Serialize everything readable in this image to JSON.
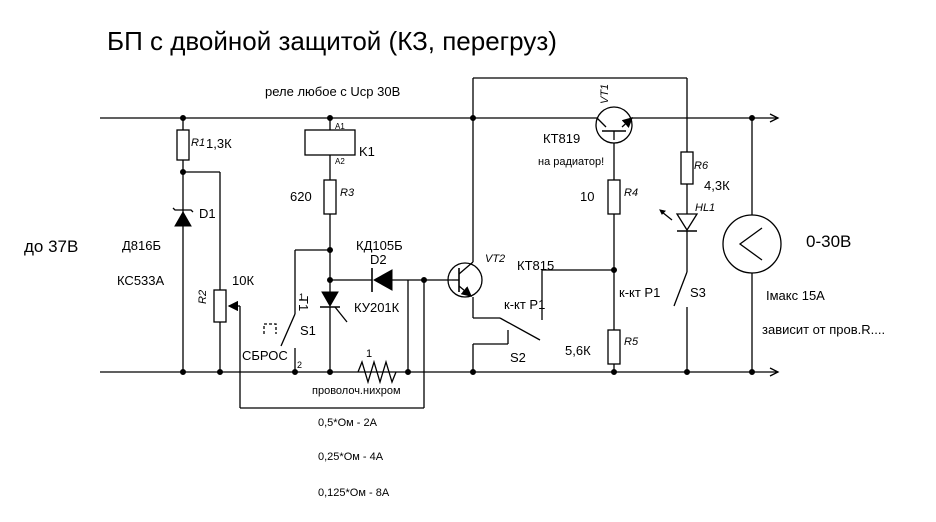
{
  "title": "БП с двойной защитой (КЗ, перегруз)",
  "relay_note": "реле любое с Uср 30В",
  "input_label": "до 37В",
  "output_label": "0-30В",
  "imax_label": "Iмакс 15А",
  "depends_label": "зависит от пров.R....",
  "components": {
    "r1": {
      "name": "R1",
      "value": "1,3К"
    },
    "d1": {
      "name": "D1",
      "part1": "Д816Б",
      "part2": "КС533А"
    },
    "r2": {
      "name": "R2",
      "value": "10К"
    },
    "k1": {
      "name": "K1",
      "pin_a1": "A1",
      "pin_a2": "A2"
    },
    "r3": {
      "name": "R3",
      "value": "620"
    },
    "d2": {
      "name": "D2",
      "part": "КД105Б"
    },
    "t1": {
      "name": "T1",
      "part": "КУ201К",
      "pin1": "1",
      "pin2": "2"
    },
    "s1": {
      "name": "S1",
      "label": "СБРОС"
    },
    "shunt": {
      "value": "1",
      "label": "проволоч.нихром"
    },
    "vt1": {
      "name": "VT1",
      "part": "КТ819",
      "note": "на радиатор!"
    },
    "vt2": {
      "name": "VT2",
      "part": "КТ815"
    },
    "r4": {
      "name": "R4",
      "value": "10"
    },
    "r5": {
      "name": "R5",
      "value": "5,6К"
    },
    "r6": {
      "name": "R6",
      "value": "4,3К"
    },
    "hl1": {
      "name": "HL1"
    },
    "p1a": {
      "label": "к-кт Р1"
    },
    "p1b": {
      "label": "к-кт Р1"
    },
    "s2": {
      "name": "S2"
    },
    "s3": {
      "name": "S3"
    }
  },
  "shunt_table": [
    "0,5*Ом - 2А",
    "0,25*Ом - 4А",
    "0,125*Ом - 8А"
  ]
}
